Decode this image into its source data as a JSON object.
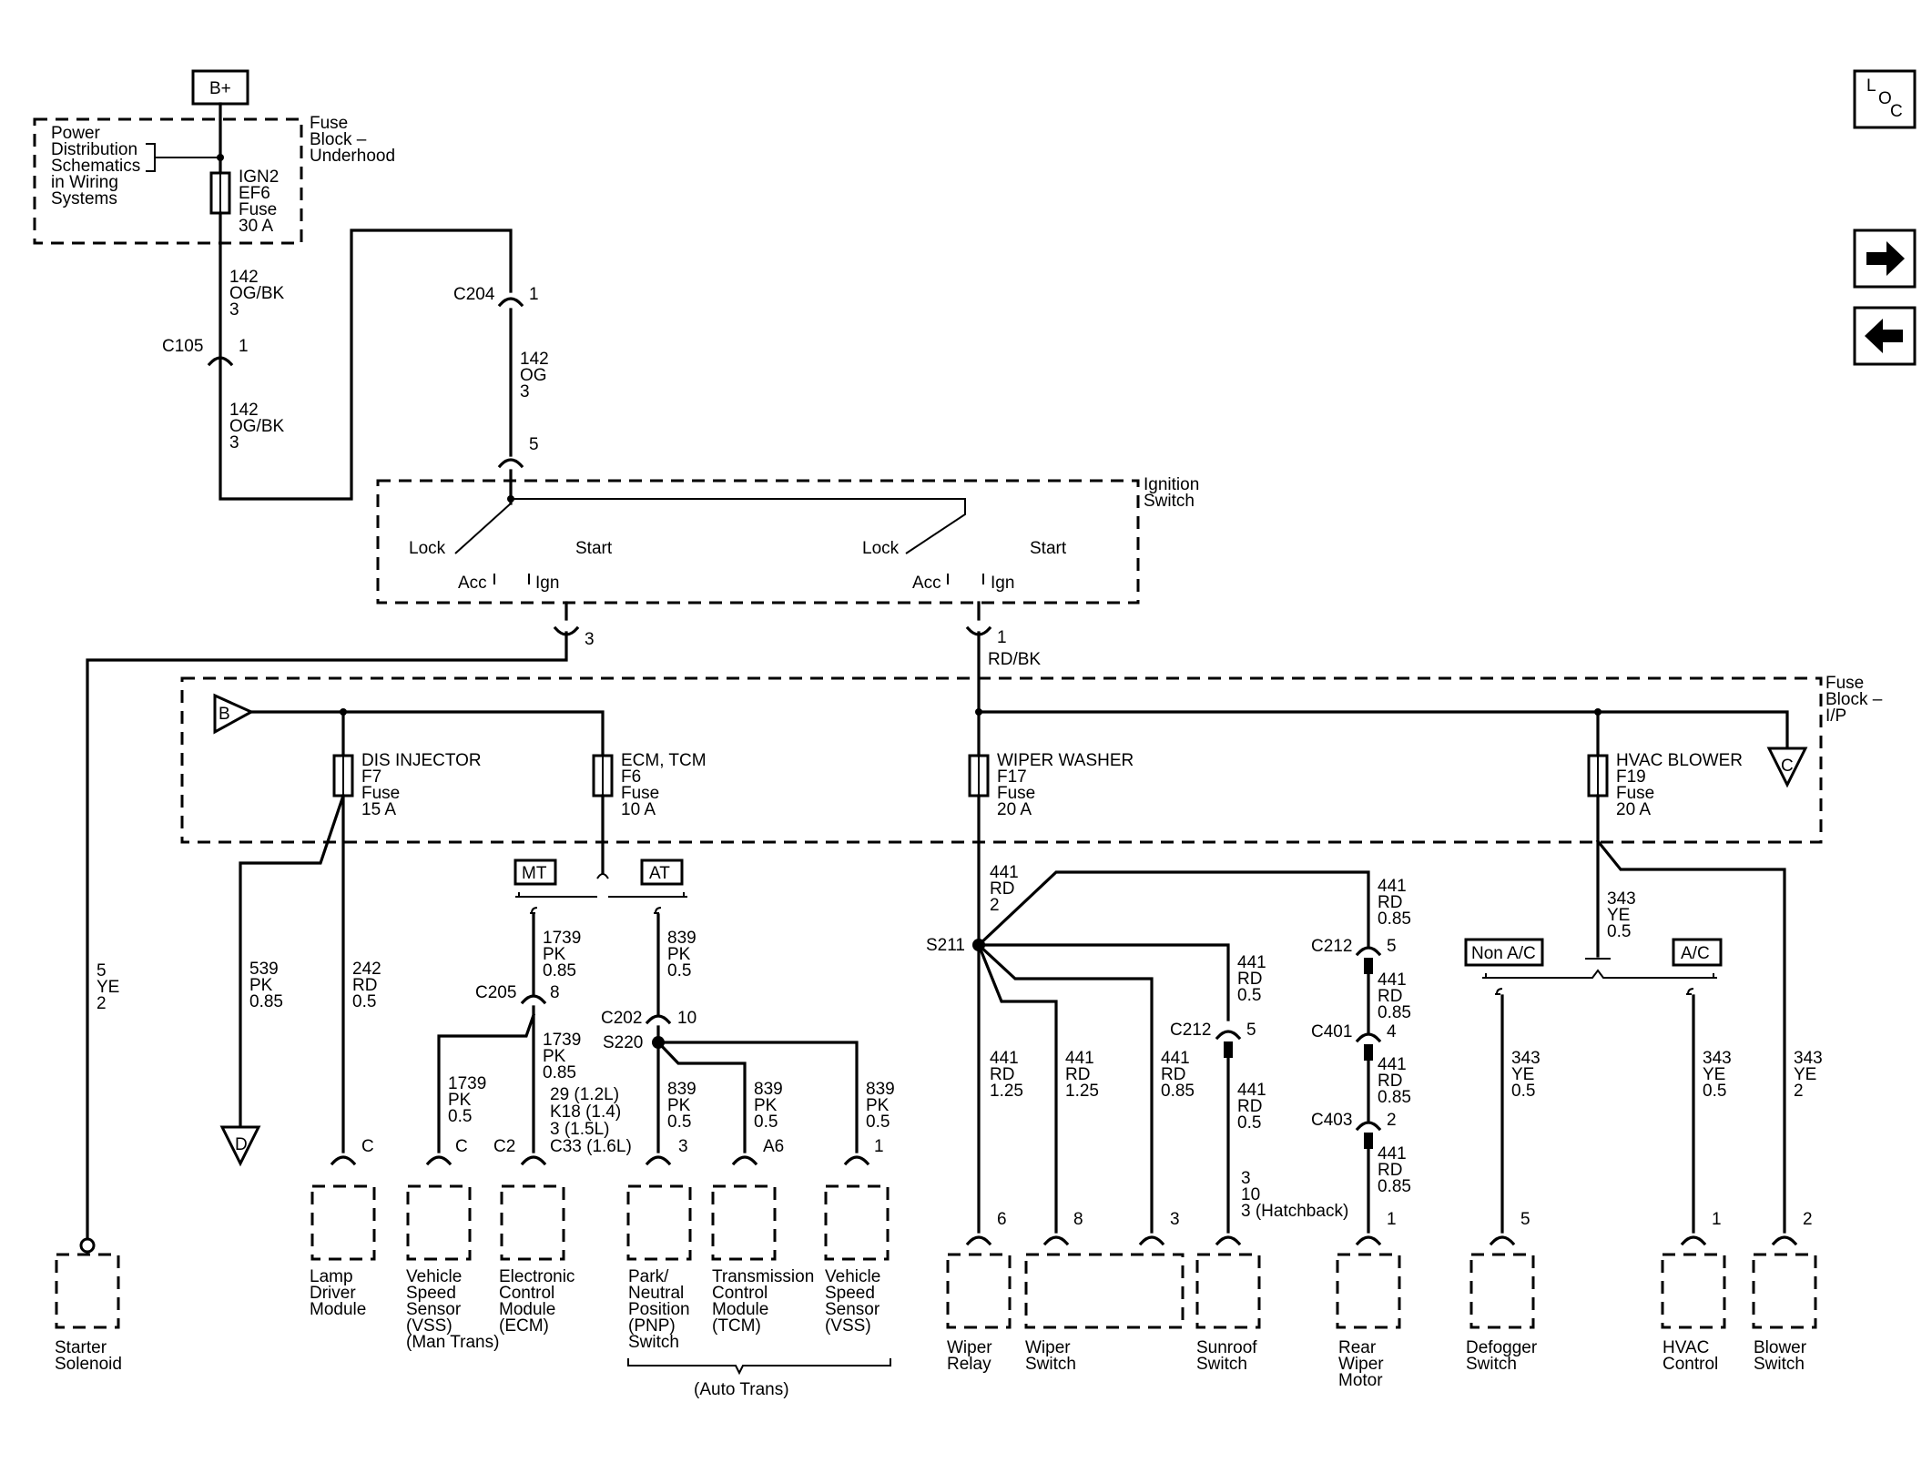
{
  "nav": {
    "loc_label": [
      "L",
      "O",
      "C"
    ],
    "forward_icon": "arrow-right-icon",
    "back_icon": "arrow-left-icon"
  },
  "power": {
    "source": "B+",
    "pds_note": [
      "Power",
      "Distribution",
      "Schematics",
      "in Wiring",
      "Systems"
    ],
    "underhood_block": [
      "Fuse",
      "Block –",
      "Underhood"
    ],
    "ign2_fuse": [
      "IGN2",
      "EF6",
      "Fuse",
      "30 A"
    ]
  },
  "wires": {
    "w142_ogbk_top": [
      "142",
      "OG/BK",
      "3"
    ],
    "w142_ogbk_bottom": [
      "142",
      "OG/BK",
      "3"
    ],
    "w142_og": [
      "142",
      "OG",
      "3"
    ],
    "w5_ye": [
      "5",
      "YE",
      "2"
    ],
    "w539": [
      "539",
      "PK",
      "0.85"
    ],
    "w242": [
      "242",
      "RD",
      "0.5"
    ],
    "w1739_a": [
      "1739",
      "PK",
      "0.85"
    ],
    "w1739_b": [
      "1739",
      "PK",
      "0.85"
    ],
    "w1739_c": [
      "1739",
      "PK",
      "0.5"
    ],
    "w839_a": [
      "839",
      "PK",
      "0.5"
    ],
    "w839_b": [
      "839",
      "PK",
      "0.5"
    ],
    "w839_c": [
      "839",
      "PK",
      "0.5"
    ],
    "w839_d": [
      "839",
      "PK",
      "0.5"
    ],
    "ecm_pins": [
      "29 (1.2L)",
      "K18 (1.4)",
      "3 (1.5L)",
      "C33 (1.6L)"
    ],
    "rdbk": "RD/BK",
    "w441_main": [
      "441",
      "RD",
      "2"
    ],
    "w441_relay": [
      "441",
      "RD",
      "1.25"
    ],
    "w441_switch": [
      "441",
      "RD",
      "1.25"
    ],
    "w441_sw3": [
      "441",
      "RD",
      "0.85"
    ],
    "w441_sun_a": [
      "441",
      "RD",
      "0.5"
    ],
    "w441_sun_b": [
      "441",
      "RD",
      "0.5"
    ],
    "w441_rear_a": [
      "441",
      "RD",
      "0.85"
    ],
    "w441_rear_b": [
      "441",
      "RD",
      "0.85"
    ],
    "w441_rear_c": [
      "441",
      "RD",
      "0.85"
    ],
    "w441_rear_d": [
      "441",
      "RD",
      "0.85"
    ],
    "w343_main": [
      "343",
      "YE",
      "0.5"
    ],
    "w343_def": [
      "343",
      "YE",
      "0.5"
    ],
    "w343_hvac": [
      "343",
      "YE",
      "0.5"
    ],
    "w343_blower": [
      "343",
      "YE",
      "2"
    ],
    "sunroof_pins": [
      "3",
      "10",
      "3 (Hatchback)"
    ]
  },
  "connectors": {
    "c204": "C204",
    "c204_pin": "1",
    "c105": "C105",
    "c105_pin": "1",
    "ign_pin5": "5",
    "ign_pin3": "3",
    "ign_pin1": "1",
    "c205": "C205",
    "c205_pin": "8",
    "c202": "C202",
    "c202_pin": "10",
    "s220": "S220",
    "s211": "S211",
    "c212_a": "C212",
    "c212_a_pin": "5",
    "c212_b": "C212",
    "c212_b_pin": "5",
    "c401": "C401",
    "c401_pin": "4",
    "c403": "C403",
    "c403_pin": "2",
    "lamp_pin": "C",
    "vss_man_pin": "C",
    "ecm_conn": "C2",
    "pnp_pin": "3",
    "tcm_pin": "A6",
    "vss_pin": "1",
    "relay_pin": "6",
    "wsw_pin8": "8",
    "wsw_pin3": "3",
    "rear_pin": "1",
    "def_pin": "5",
    "hvac_pin": "1",
    "blower_pin": "2"
  },
  "ignition": {
    "label": [
      "Ignition",
      "Switch"
    ],
    "lock_1": "Lock",
    "start_1": "Start",
    "acc_1": "Acc",
    "ign_1": "Ign",
    "lock_2": "Lock",
    "start_2": "Start",
    "acc_2": "Acc",
    "ign_2": "Ign"
  },
  "fuseblock_ip": {
    "label": [
      "Fuse",
      "Block –",
      "I/P"
    ],
    "ref_b": "B",
    "ref_c": "C",
    "ref_d": "D",
    "f7": [
      "DIS INJECTOR",
      "F7",
      "Fuse",
      "15 A"
    ],
    "f6": [
      "ECM, TCM",
      "F6",
      "Fuse",
      "10 A"
    ],
    "f17": [
      "WIPER WASHER",
      "F17",
      "Fuse",
      "20 A"
    ],
    "f19": [
      "HVAC BLOWER",
      "F19",
      "Fuse",
      "20 A"
    ]
  },
  "options": {
    "mt": "MT",
    "at": "AT",
    "non_ac": "Non A/C",
    "ac": "A/C"
  },
  "components": {
    "starter": [
      "Starter",
      "Solenoid"
    ],
    "lamp": [
      "Lamp",
      "Driver",
      "Module"
    ],
    "vss_man": [
      "Vehicle",
      "Speed",
      "Sensor",
      "(VSS)",
      "(Man Trans)"
    ],
    "ecm": [
      "Electronic",
      "Control",
      "Module",
      "(ECM)"
    ],
    "pnp": [
      "Park/",
      "Neutral",
      "Position",
      "(PNP)",
      "Switch"
    ],
    "tcm": [
      "Transmission",
      "Control",
      "Module",
      "(TCM)"
    ],
    "vss": [
      "Vehicle",
      "Speed",
      "Sensor",
      "(VSS)"
    ],
    "auto_trans": "(Auto Trans)",
    "wiper_relay": [
      "Wiper",
      "Relay"
    ],
    "wiper_switch": [
      "Wiper",
      "Switch"
    ],
    "sunroof": [
      "Sunroof",
      "Switch"
    ],
    "rear_wiper": [
      "Rear",
      "Wiper",
      "Motor"
    ],
    "defogger": [
      "Defogger",
      "Switch"
    ],
    "hvac_control": [
      "HVAC",
      "Control"
    ],
    "blower": [
      "Blower",
      "Switch"
    ]
  }
}
